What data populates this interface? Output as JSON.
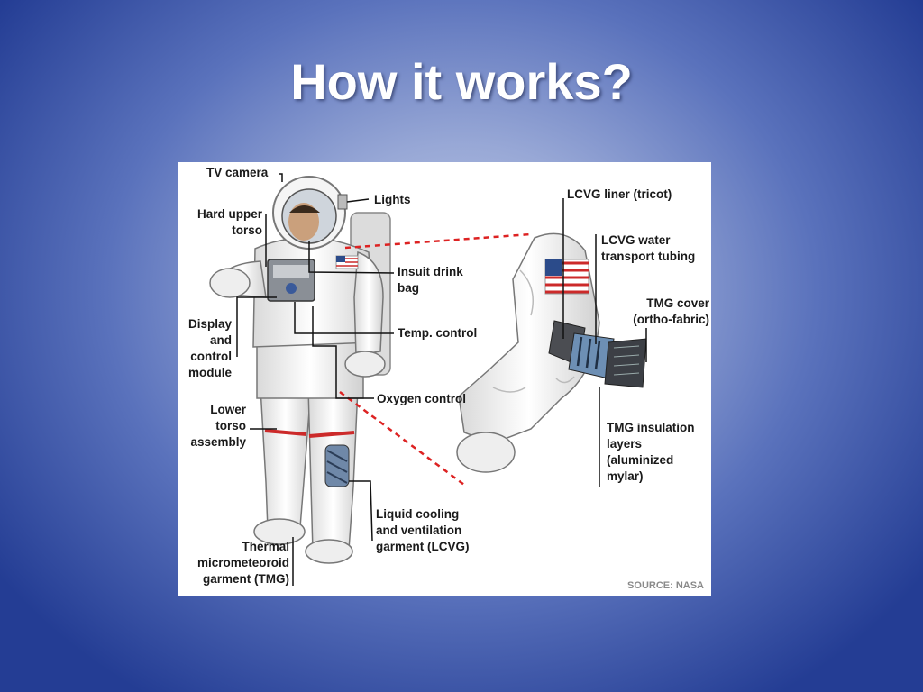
{
  "slide": {
    "title": "How it works?"
  },
  "diagram": {
    "labels": {
      "tv_camera": "TV camera",
      "lights": "Lights",
      "hard_upper_torso": "Hard upper\ntorso",
      "insuit_drink_bag": "Insuit drink\nbag",
      "display_control_module": "Display\nand\ncontrol\nmodule",
      "temp_control": "Temp. control",
      "oxygen_control": "Oxygen control",
      "lower_torso_assembly": "Lower\ntorso\nassembly",
      "liquid_cooling": "Liquid cooling\nand ventilation\ngarment (LCVG)",
      "thermal_micrometeoroid": "Thermal\nmicrometeoroid\ngarment (TMG)",
      "lcvg_liner": "LCVG liner (tricot)",
      "lcvg_water_tubing": "LCVG water\ntransport tubing",
      "tmg_cover": "TMG cover\n(ortho-fabric)",
      "tmg_insulation": "TMG insulation\nlayers\n(aluminized\nmylar)"
    },
    "source": "SOURCE: NASA",
    "colors": {
      "suit": "#f2f2f2",
      "stripe": "#cc2a2a",
      "leader": "#111111",
      "dashed": "#dd2222",
      "backpack": "#dcdcdc"
    }
  }
}
